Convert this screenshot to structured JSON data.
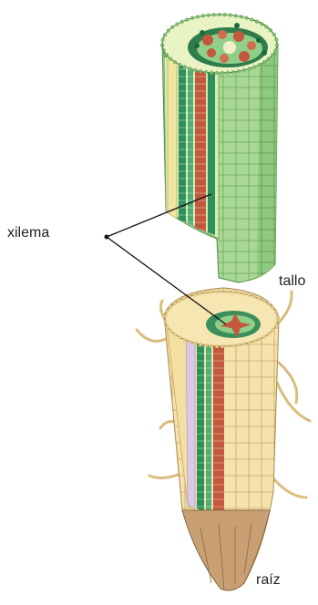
{
  "labels": {
    "xilema": "xilema",
    "tallo": "tallo",
    "raiz": "raíz"
  },
  "colors": {
    "background": "#ffffff",
    "stem_outer": "#9fd38c",
    "stem_outer_dark": "#6cae5b",
    "stem_inner": "#cfe8a6",
    "xylem_green": "#2e8b57",
    "xylem_red": "#c0553c",
    "phloem_yellow": "#e8d98a",
    "root_outer": "#f2dca0",
    "root_tip": "#c9a074",
    "root_hair": "#d8b878",
    "leader_line": "#111111"
  },
  "icons": {
    "stem": "stem-cross-section-icon",
    "root": "root-cross-section-icon"
  }
}
